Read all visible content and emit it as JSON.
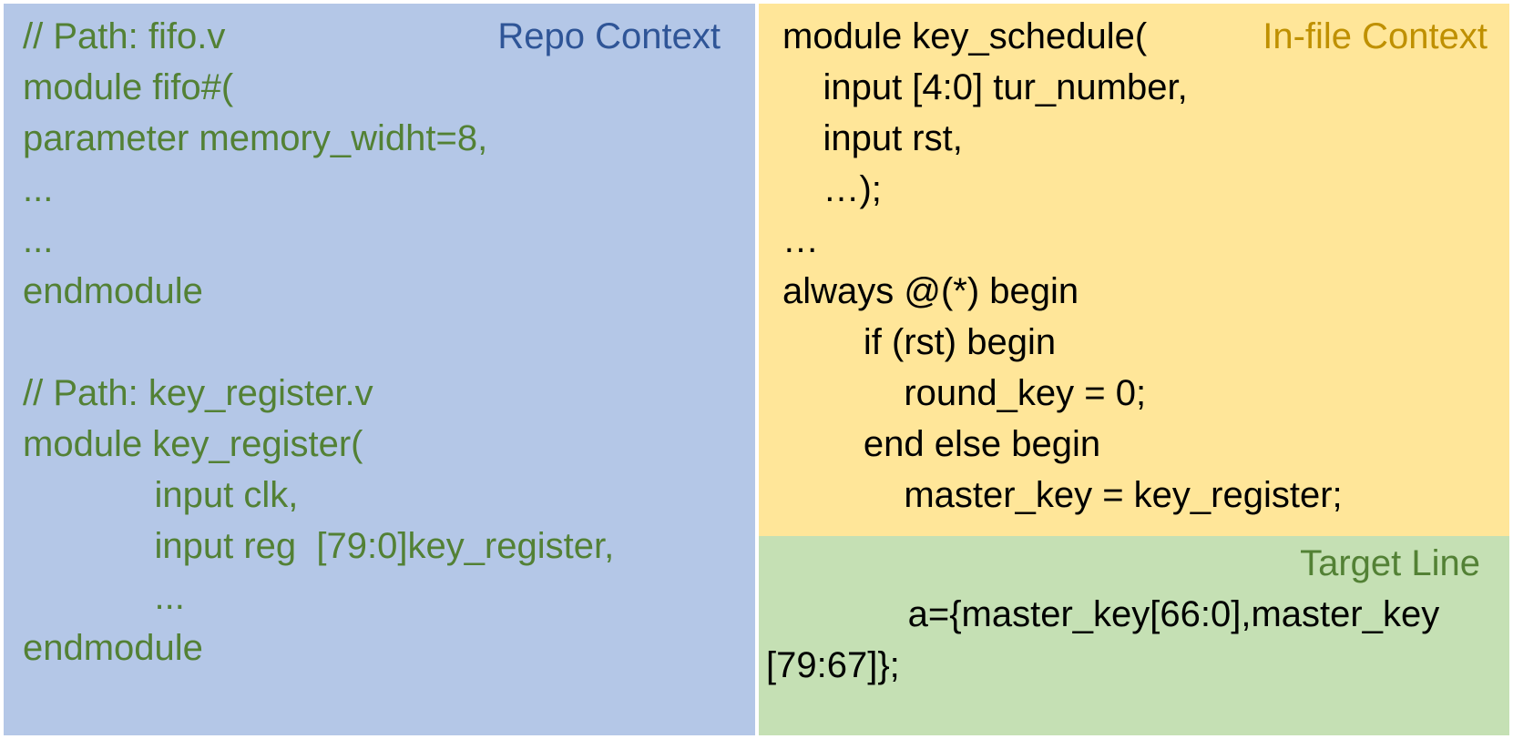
{
  "figure": {
    "description": "code-context-figure"
  },
  "colors": {
    "canvas_bg": "#ffffff",
    "repo_panel_bg": "#b4c7e7",
    "infile_panel_bg": "#ffe699",
    "target_panel_bg": "#c5e0b4",
    "repo_label_color": "#2f5597",
    "infile_label_color": "#bf9000",
    "target_label_color": "#538135",
    "repo_code_color": "#538135",
    "infile_code_color": "#000000",
    "target_code_color": "#000000"
  },
  "repo_panel": {
    "label": "Repo Context",
    "lines": [
      "// Path: fifo.v",
      "module fifo#(",
      "parameter memory_widht=8,",
      "...",
      "...",
      "endmodule",
      "",
      "// Path: key_register.v",
      "module key_register(",
      "             input clk,",
      "             input reg  [79:0]key_register,",
      "             ...",
      "endmodule"
    ]
  },
  "infile_panel": {
    "label": "In-file Context",
    "lines": [
      "module key_schedule(",
      "    input [4:0] tur_number,",
      "    input rst,",
      "    …);",
      "…",
      "always @(*) begin",
      "        if (rst) begin",
      "            round_key = 0;",
      "        end else begin",
      "            master_key = key_register;"
    ]
  },
  "target_panel": {
    "label": "Target Line",
    "lines": [
      "              a={master_key[66:0],master_key",
      "[79:67]};"
    ]
  }
}
